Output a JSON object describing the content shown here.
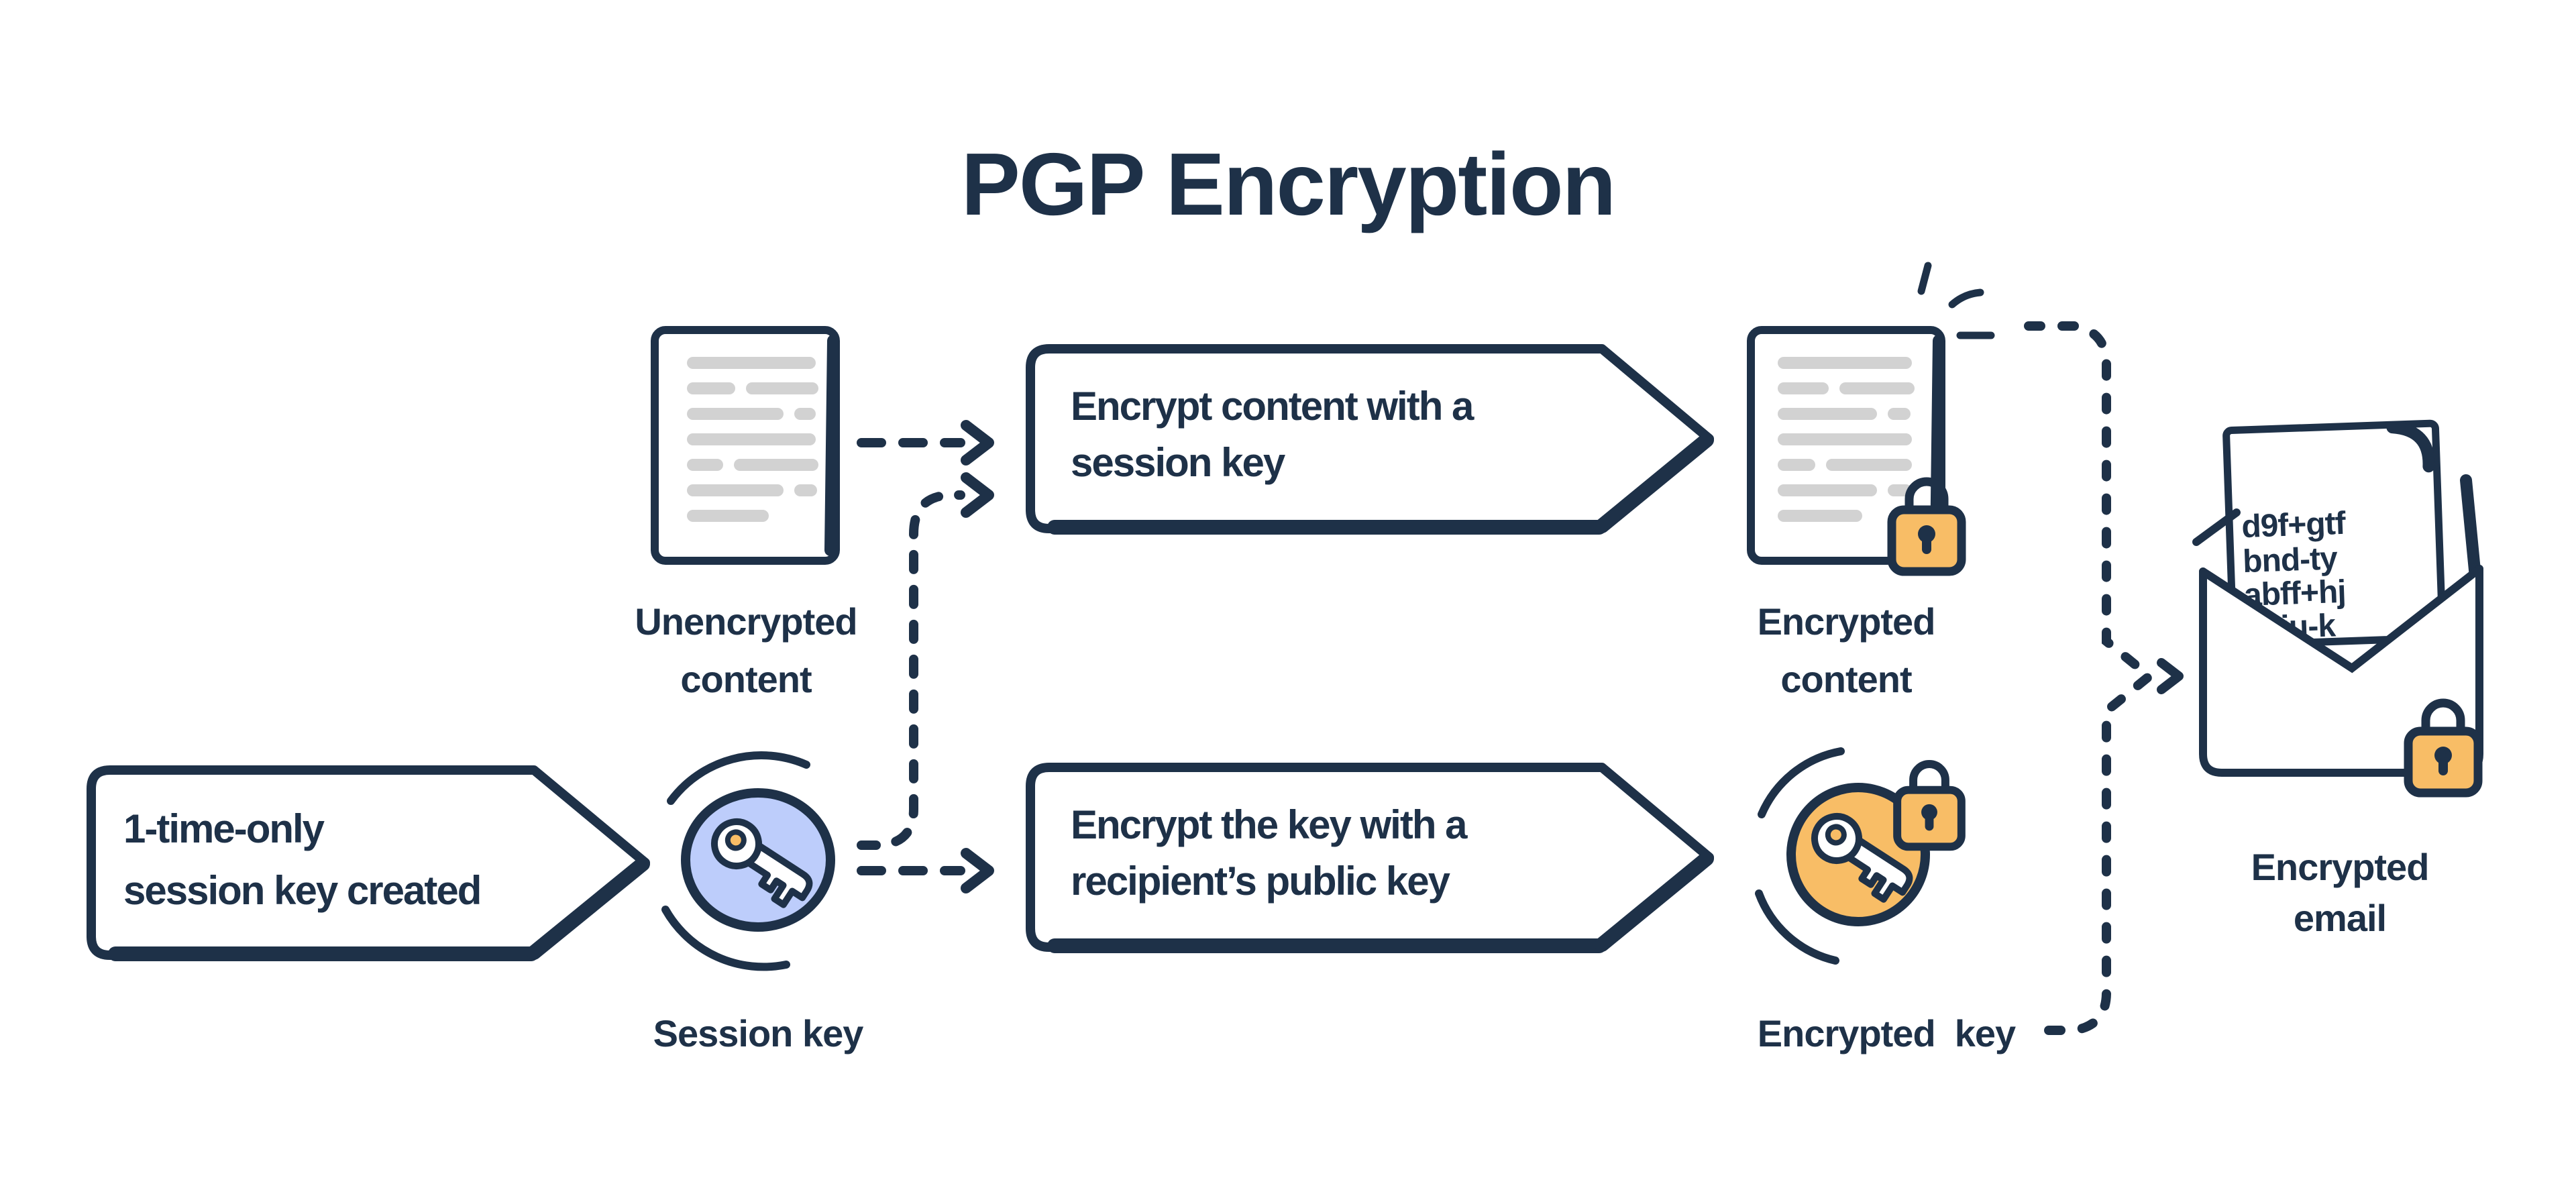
{
  "title": "PGP Encryption",
  "colors": {
    "navy": "#1E3148",
    "orange": "#F8BD66",
    "light_blue": "#BDCDFB",
    "line_gray": "#D2D2D2",
    "background": "#FFFFFF"
  },
  "boxes": {
    "session_key_created": [
      "1-time-only",
      "session key created"
    ],
    "encrypt_content": [
      "Encrypt content with a",
      "session key"
    ],
    "encrypt_key": [
      "Encrypt the key with a",
      "recipient’s public key"
    ]
  },
  "labels": {
    "unencrypted_content": [
      "Unencrypted",
      "content"
    ],
    "session_key": "Session key",
    "encrypted_content": [
      "Encrypted",
      "content"
    ],
    "encrypted_key": "Encrypted  key",
    "encrypted_email": [
      "Encrypted",
      "email"
    ]
  },
  "ciphertext": [
    "d9f+gtf",
    "bnd-ty",
    "abff+hj",
    "jjhju-k"
  ],
  "icons": {
    "unencrypted_content": "document-icon",
    "session_key": "key-icon",
    "encrypted_content": "document-lock-icon",
    "encrypted_key": "key-lock-icon",
    "encrypted_email": "envelope-lock-icon"
  },
  "flow": [
    {
      "from": "unencrypted-content",
      "to": "encrypt-content-box"
    },
    {
      "from": "session-key",
      "to": "encrypt-content-box"
    },
    {
      "from": "1-time-only-session-key-created-box",
      "to": "session-key"
    },
    {
      "from": "session-key",
      "to": "encrypt-key-box"
    },
    {
      "from": "encrypt-content-box",
      "to": "encrypted-content"
    },
    {
      "from": "encrypt-key-box",
      "to": "encrypted-key"
    },
    {
      "from": "encrypted-content",
      "to": "encrypted-email"
    },
    {
      "from": "encrypted-key",
      "to": "encrypted-email"
    }
  ]
}
